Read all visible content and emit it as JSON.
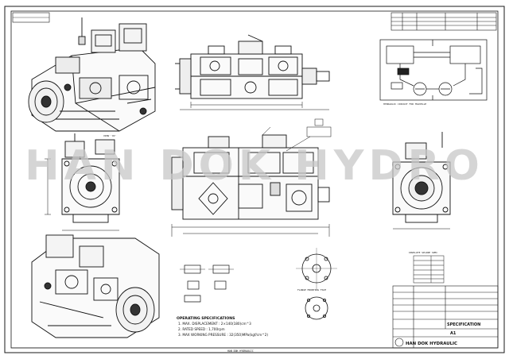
{
  "specs": {
    "heading": "OPERATING SPECIFICATIONS",
    "lines": [
      "1. MAX. DISPLACEMENT : 2×140(180)cm^3",
      "2. RATED SPEED : 1,700rpm",
      "3. MAX WORKING PRESSURE : 32(350)MPa(kgf/cm^2)"
    ]
  },
  "title_block": {
    "company": "HAN DOK HYDRAULIC",
    "doc_type": "SPECIFICATION",
    "size": "A1"
  },
  "watermark": "HAN DOK HYDRO",
  "footer_center": "HAN DOK HYDRAULIC",
  "circuit_label": "HYDRAULIC CIRCUIT FOR TRAVELLE",
  "view_labels": {
    "top_iso": "VIEW 'XX'",
    "bottom_flange": "FLANGE MOUNTING FACE",
    "spline": "INVOLUTE SPLINE SPEC"
  },
  "colors": {
    "line": "#1a1a1a",
    "watermark": "#c7c7c7",
    "bg": "#ffffff"
  }
}
